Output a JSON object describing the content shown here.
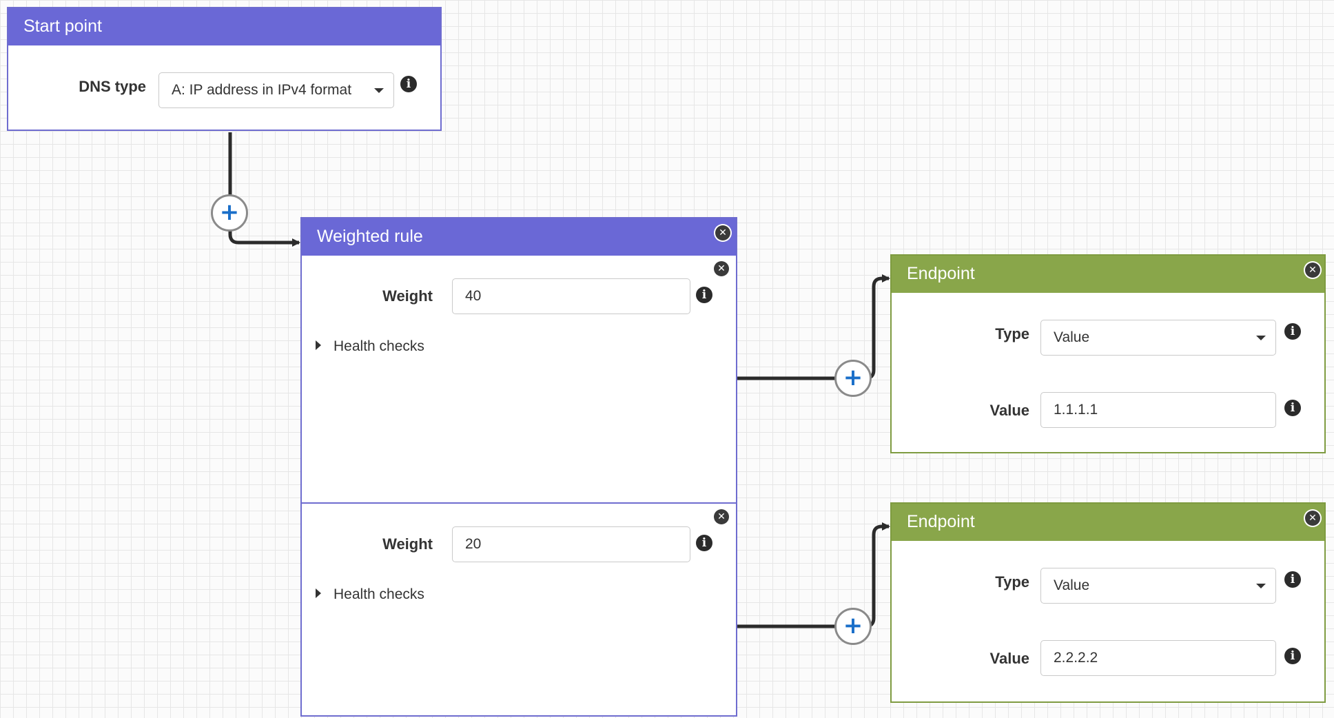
{
  "start_point": {
    "title": "Start point",
    "dns_type_label": "DNS type",
    "dns_type_value": "A: IP address in IPv4 format"
  },
  "weighted_rule": {
    "title": "Weighted rule",
    "rules": [
      {
        "weight_label": "Weight",
        "weight_value": "40",
        "health_checks_label": "Health checks"
      },
      {
        "weight_label": "Weight",
        "weight_value": "20",
        "health_checks_label": "Health checks"
      }
    ]
  },
  "endpoints": [
    {
      "title": "Endpoint",
      "type_label": "Type",
      "type_value": "Value",
      "value_label": "Value",
      "value_value": "1.1.1.1"
    },
    {
      "title": "Endpoint",
      "type_label": "Type",
      "type_value": "Value",
      "value_label": "Value",
      "value_value": "2.2.2.2"
    }
  ],
  "icons": {
    "info": "info-icon",
    "close": "close-icon",
    "add": "plus-icon",
    "expand": "caret-right-icon",
    "dropdown": "caret-down-icon"
  },
  "colors": {
    "rule_header": "#6a68d6",
    "endpoint_header": "#89a64a",
    "add_icon": "#1a6fc9",
    "connector": "#2b2b2b"
  }
}
